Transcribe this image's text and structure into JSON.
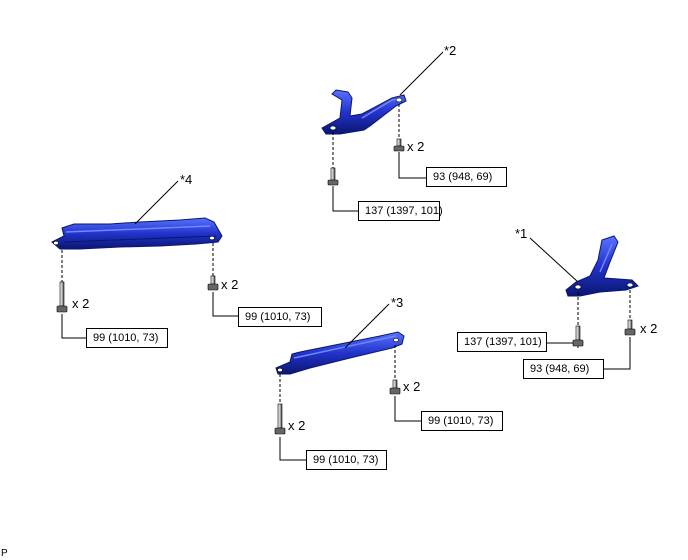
{
  "diagram": {
    "parts": [
      {
        "id": "part-1",
        "callout": "*1"
      },
      {
        "id": "part-2",
        "callout": "*2"
      },
      {
        "id": "part-3",
        "callout": "*3"
      },
      {
        "id": "part-4",
        "callout": "*4"
      }
    ],
    "torque_labels": [
      {
        "id": "t-p2-right",
        "text": "93 (948, 69)"
      },
      {
        "id": "t-p2-left",
        "text": "137 (1397, 101)"
      },
      {
        "id": "t-p4-right",
        "text": "99 (1010, 73)"
      },
      {
        "id": "t-p4-left",
        "text": "99 (1010, 73)"
      },
      {
        "id": "t-p1-left",
        "text": "137 (1397, 101)"
      },
      {
        "id": "t-p1-right",
        "text": "93 (948, 69)"
      },
      {
        "id": "t-p3-right",
        "text": "99 (1010, 73)"
      },
      {
        "id": "t-p3-left",
        "text": "99 (1010, 73)"
      }
    ],
    "quantity_labels": [
      {
        "id": "q-p2",
        "text": "x 2"
      },
      {
        "id": "q-p4-left",
        "text": "x 2"
      },
      {
        "id": "q-p4-right",
        "text": "x 2"
      },
      {
        "id": "q-p1",
        "text": "x 2"
      },
      {
        "id": "q-p3-right",
        "text": "x 2"
      },
      {
        "id": "q-p3-left",
        "text": "x 2"
      }
    ],
    "footer_code": "P",
    "colors": {
      "part_fill": "#2233cc",
      "part_dark": "#0a1670",
      "part_light": "#6f86ff",
      "line": "#000000"
    }
  }
}
